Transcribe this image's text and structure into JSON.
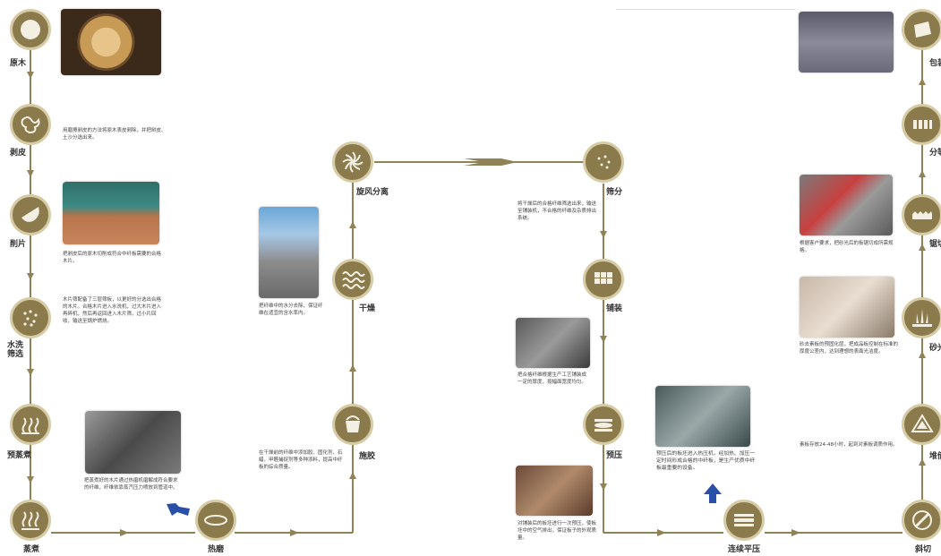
{
  "colors": {
    "node": "#8a7a4c",
    "ring": "#d6cba5",
    "line": "#8f8256",
    "text": "#333333"
  },
  "steps": {
    "raw_wood": {
      "label": "原木",
      "icon": "log-icon"
    },
    "debark": {
      "label": "剥皮",
      "icon": "bark-icon",
      "desc": "用磨擦剥皮的方法将原木表皮剥除，并把树皮、土沙分选出来。"
    },
    "chip": {
      "label": "削片",
      "icon": "chip-icon",
      "desc": "把剥皮后的原木切削成符合中纤板需要的合格木片。"
    },
    "wash": {
      "label": "水洗\n筛选",
      "icon": "wash-icon",
      "desc": "木片筛配备了三层筛板，以更好的分选出合格的木片。合格木片进入水洗机，过大木片进入再碎机，然后再返回进入木片筛，过小片回收，输送至锅炉燃烧。"
    },
    "presteam": {
      "label": "预蒸煮",
      "icon": "steam-icon"
    },
    "steam": {
      "label": "蒸煮",
      "icon": "steam-icon"
    },
    "refine": {
      "label": "热磨",
      "icon": "disc-icon",
      "desc": "把蒸煮好的木片通过热磨机磨解成符合要求的纤维，纤维依靠蒸汽压力喷放到管道中。"
    },
    "glue": {
      "label": "施胶",
      "icon": "bucket-icon",
      "desc": "在干燥前的纤维中添加胶、固化剂、石蜡，甲醛捕捉剂等多种添料，提高中纤板的综合质量。"
    },
    "dry": {
      "label": "干燥",
      "icon": "wave-icon",
      "desc": "把纤维中的水分去除，保证纤维在适宜的含水率内。"
    },
    "cyclone": {
      "label": "旋风分离",
      "icon": "cyclone-icon"
    },
    "screen": {
      "label": "筛分",
      "icon": "dots-icon",
      "desc": "将干燥后的合格纤维筛选出来，输送至铺装机，不合格的纤维及杂质排出系统。"
    },
    "form": {
      "label": "铺装",
      "icon": "grid-icon",
      "desc": "把合格纤维根据生产工艺铺装成一定的厚度，按幅面宽度均匀。"
    },
    "prepress": {
      "label": "预压",
      "icon": "press-icon",
      "desc": "对铺装后的板坯进行一次预压，使板坯中的空气排出，保证板子的外观质量。"
    },
    "hotpress": {
      "label": "连续平压",
      "icon": "flat-press-icon",
      "desc": "预压后的板坯进入热压机，经加热、加压一定时间形成合格的中纤板，是生产优质中纤板最重要的设备。"
    },
    "cut": {
      "label": "斜切",
      "icon": "saw-icon"
    },
    "cool": {
      "label": "堆储",
      "icon": "stack-icon",
      "desc": "素板存放24-48小时，起到对素板调质作用。"
    },
    "sand": {
      "label": "砂光",
      "icon": "sand-icon",
      "desc": "砂去素板的预固化层，把成品板控制在标准的厚度公差内，达到理想的表面光洁度。"
    },
    "trim": {
      "label": "锯切",
      "icon": "teeth-icon",
      "desc": "根据客户要求，把砂光后的板锯切成所需规格。"
    },
    "grade": {
      "label": "分等",
      "icon": "bars-icon"
    },
    "pack": {
      "label": "包装",
      "icon": "package-icon"
    }
  }
}
